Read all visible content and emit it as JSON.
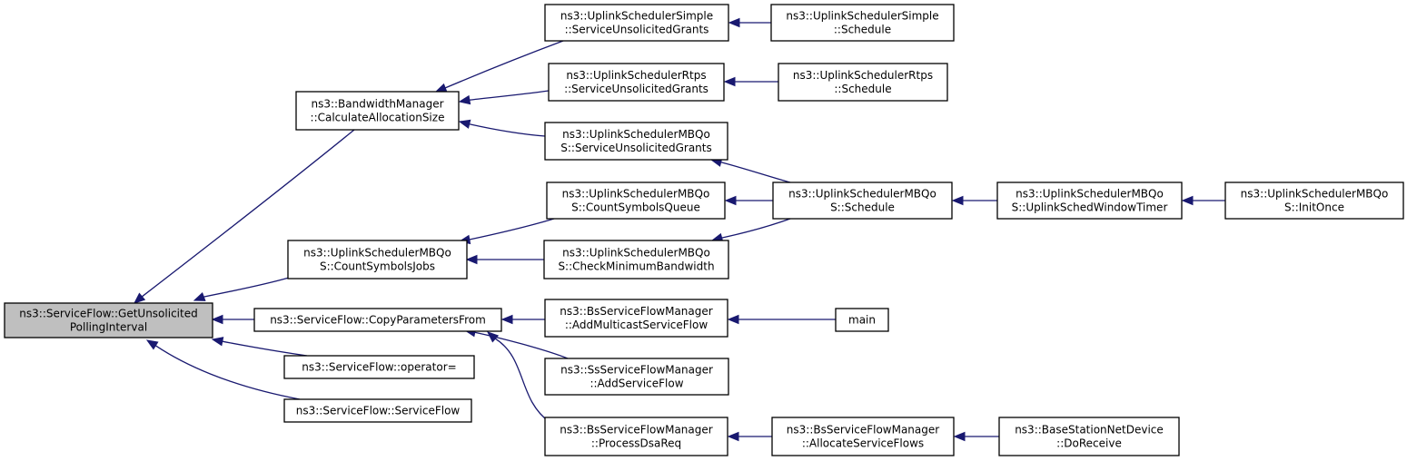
{
  "nodes": [
    {
      "id": "gupi",
      "lines": [
        "ns3::ServiceFlow::GetUnsolicited",
        "PollingInterval"
      ],
      "root": true
    },
    {
      "id": "bwcas",
      "lines": [
        "ns3::BandwidthManager",
        "::CalculateAllocationSize"
      ]
    },
    {
      "id": "mbcsj",
      "lines": [
        "ns3::UplinkSchedulerMBQo",
        "S::CountSymbolsJobs"
      ]
    },
    {
      "id": "sfcpf",
      "lines": [
        "ns3::ServiceFlow::CopyParametersFrom"
      ]
    },
    {
      "id": "sfop",
      "lines": [
        "ns3::ServiceFlow::operator="
      ]
    },
    {
      "id": "sfsf",
      "lines": [
        "ns3::ServiceFlow::ServiceFlow"
      ]
    },
    {
      "id": "ussug",
      "lines": [
        "ns3::UplinkSchedulerSimple",
        "::ServiceUnsolicitedGrants"
      ]
    },
    {
      "id": "ursug",
      "lines": [
        "ns3::UplinkSchedulerRtps",
        "::ServiceUnsolicitedGrants"
      ]
    },
    {
      "id": "umsug",
      "lines": [
        "ns3::UplinkSchedulerMBQo",
        "S::ServiceUnsolicitedGrants"
      ]
    },
    {
      "id": "umcsq",
      "lines": [
        "ns3::UplinkSchedulerMBQo",
        "S::CountSymbolsQueue"
      ]
    },
    {
      "id": "umcmb",
      "lines": [
        "ns3::UplinkSchedulerMBQo",
        "S::CheckMinimumBandwidth"
      ]
    },
    {
      "id": "bsamf",
      "lines": [
        "ns3::BsServiceFlowManager",
        "::AddMulticastServiceFlow"
      ]
    },
    {
      "id": "ssasf",
      "lines": [
        "ns3::SsServiceFlowManager",
        "::AddServiceFlow"
      ]
    },
    {
      "id": "bspdr",
      "lines": [
        "ns3::BsServiceFlowManager",
        "::ProcessDsaReq"
      ]
    },
    {
      "id": "ussch",
      "lines": [
        "ns3::UplinkSchedulerSimple",
        "::Schedule"
      ]
    },
    {
      "id": "ursch",
      "lines": [
        "ns3::UplinkSchedulerRtps",
        "::Schedule"
      ]
    },
    {
      "id": "umsch",
      "lines": [
        "ns3::UplinkSchedulerMBQo",
        "S::Schedule"
      ]
    },
    {
      "id": "main",
      "lines": [
        "main"
      ]
    },
    {
      "id": "bsasf",
      "lines": [
        "ns3::BsServiceFlowManager",
        "::AllocateServiceFlows"
      ]
    },
    {
      "id": "umusw",
      "lines": [
        "ns3::UplinkSchedulerMBQo",
        "S::UplinkSchedWindowTimer"
      ]
    },
    {
      "id": "bsndr",
      "lines": [
        "ns3::BaseStationNetDevice",
        "::DoReceive"
      ]
    },
    {
      "id": "umio",
      "lines": [
        "ns3::UplinkSchedulerMBQo",
        "S::InitOnce"
      ]
    }
  ],
  "edges": [
    {
      "from": "bwcas",
      "to": "gupi"
    },
    {
      "from": "mbcsj",
      "to": "gupi"
    },
    {
      "from": "sfcpf",
      "to": "gupi"
    },
    {
      "from": "sfop",
      "to": "gupi"
    },
    {
      "from": "sfsf",
      "to": "gupi"
    },
    {
      "from": "ussug",
      "to": "bwcas"
    },
    {
      "from": "ursug",
      "to": "bwcas"
    },
    {
      "from": "umsug",
      "to": "bwcas"
    },
    {
      "from": "umcsq",
      "to": "mbcsj"
    },
    {
      "from": "umcmb",
      "to": "mbcsj"
    },
    {
      "from": "bsamf",
      "to": "sfcpf"
    },
    {
      "from": "ssasf",
      "to": "sfcpf"
    },
    {
      "from": "bspdr",
      "to": "sfcpf"
    },
    {
      "from": "ussch",
      "to": "ussug"
    },
    {
      "from": "ursch",
      "to": "ursug"
    },
    {
      "from": "umsch",
      "to": "umsug"
    },
    {
      "from": "umsch",
      "to": "umcsq"
    },
    {
      "from": "umsch",
      "to": "umcmb"
    },
    {
      "from": "main",
      "to": "bsamf"
    },
    {
      "from": "bsasf",
      "to": "bspdr"
    },
    {
      "from": "umusw",
      "to": "umsch"
    },
    {
      "from": "bsndr",
      "to": "bsasf"
    },
    {
      "from": "umio",
      "to": "umusw"
    }
  ]
}
